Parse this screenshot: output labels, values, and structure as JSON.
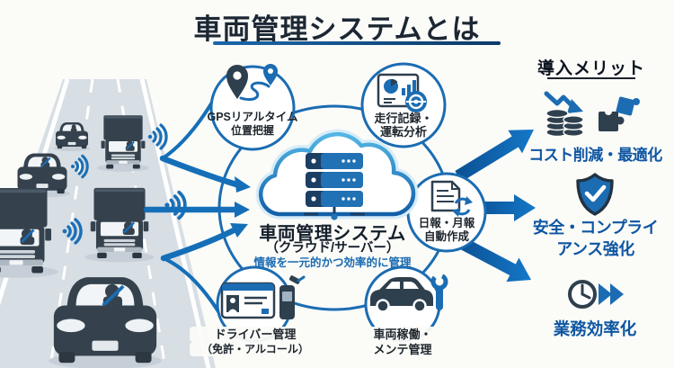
{
  "title": {
    "text": "車両管理システムとは"
  },
  "hub": {
    "title": "車両管理システム",
    "subtitle": "（クラウド/サーバー）",
    "caption": "情報を一元的かつ効率的に管理"
  },
  "nodes": {
    "gps": {
      "line1": "GPSリアルタイム",
      "line2": "位置把握"
    },
    "driving": {
      "line1": "走行記録・",
      "line2": "運転分析"
    },
    "report": {
      "line1": "日報・月報",
      "line2": "自動作成"
    },
    "maintenance": {
      "line1": "車両稼働・",
      "line2": "メンテ管理"
    },
    "driver": {
      "line1": "ドライバー管理",
      "line2": "（免許・アルコール）"
    }
  },
  "benefits": {
    "heading": "導入メリット",
    "cost": {
      "label": "コスト削減・最適化"
    },
    "compliance": {
      "line1": "安全・コンプライ",
      "line2": "アンス強化"
    },
    "efficiency": {
      "label": "業務効率化"
    }
  },
  "icons": {
    "gps": "map-pin-route-icon",
    "driving": "chart-steering-wheel-icon",
    "report": "document-sync-icon",
    "maintenance": "car-wrench-icon",
    "driver": "license-breathalyzer-icon",
    "cost": "coins-decrease-puzzle-icon",
    "compliance": "shield-check-icon",
    "efficiency": "clock-fast-forward-icon",
    "hub": "cloud-server-icon",
    "left_scene": "vehicles-road-wifi-illustration"
  },
  "colors": {
    "accent_blue": "#1b6cb2",
    "arrow_blue_dark": "#0b4f92",
    "arrow_blue_light": "#1478c8",
    "vehicle_dark": "#35424e",
    "road_gray": "#d7dee4",
    "benefit_text": "#0e56a2",
    "title_text": "#1c2733"
  }
}
